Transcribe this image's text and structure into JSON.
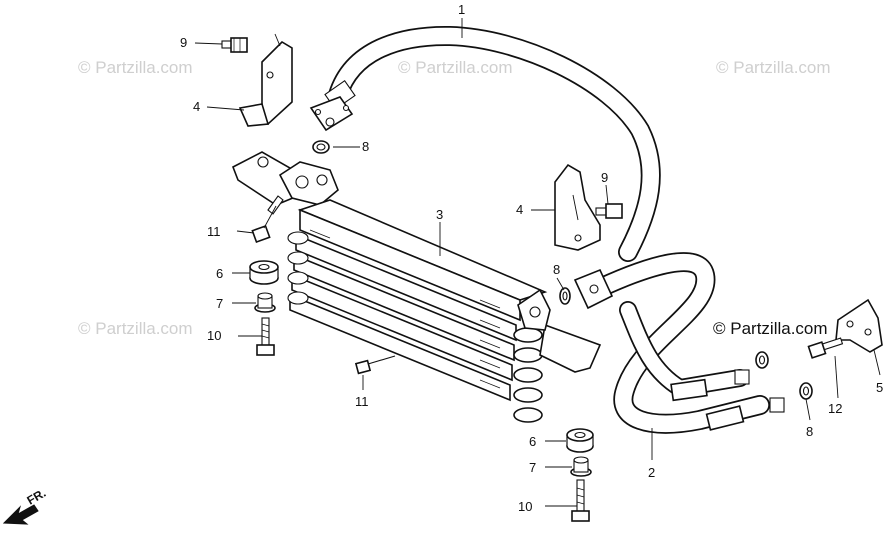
{
  "watermarks": {
    "wm1": "© Partzilla.com",
    "wm2": "© Partzilla.com",
    "wm3": "© Partzilla.com",
    "wm4": "© Partzilla.com",
    "wm5": "© Partzilla.com"
  },
  "callouts": {
    "c1": "1",
    "c2": "2",
    "c3": "3",
    "c4a": "4",
    "c4b": "4",
    "c5": "5",
    "c6a": "6",
    "c6b": "6",
    "c7a": "7",
    "c7b": "7",
    "c8a": "8",
    "c8b": "8",
    "c8c": "8",
    "c9a": "9",
    "c9b": "9",
    "c10a": "10",
    "c10b": "10",
    "c11a": "11",
    "c11b": "11",
    "c12": "12"
  },
  "direction": {
    "label": "FR."
  }
}
